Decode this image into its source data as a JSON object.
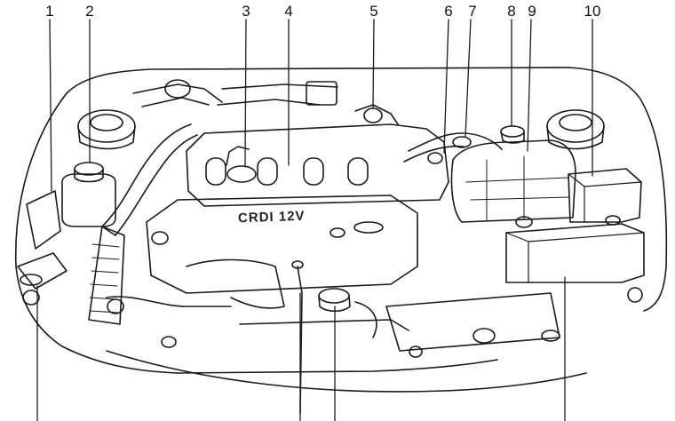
{
  "diagram": {
    "callouts": [
      {
        "id": "1",
        "label": "1"
      },
      {
        "id": "2",
        "label": "2"
      },
      {
        "id": "3",
        "label": "3"
      },
      {
        "id": "4",
        "label": "4"
      },
      {
        "id": "5",
        "label": "5"
      },
      {
        "id": "6",
        "label": "6"
      },
      {
        "id": "7",
        "label": "7"
      },
      {
        "id": "8",
        "label": "8"
      },
      {
        "id": "9",
        "label": "9"
      },
      {
        "id": "10",
        "label": "10"
      }
    ],
    "engine_cover_text": "CRDI 12V"
  }
}
